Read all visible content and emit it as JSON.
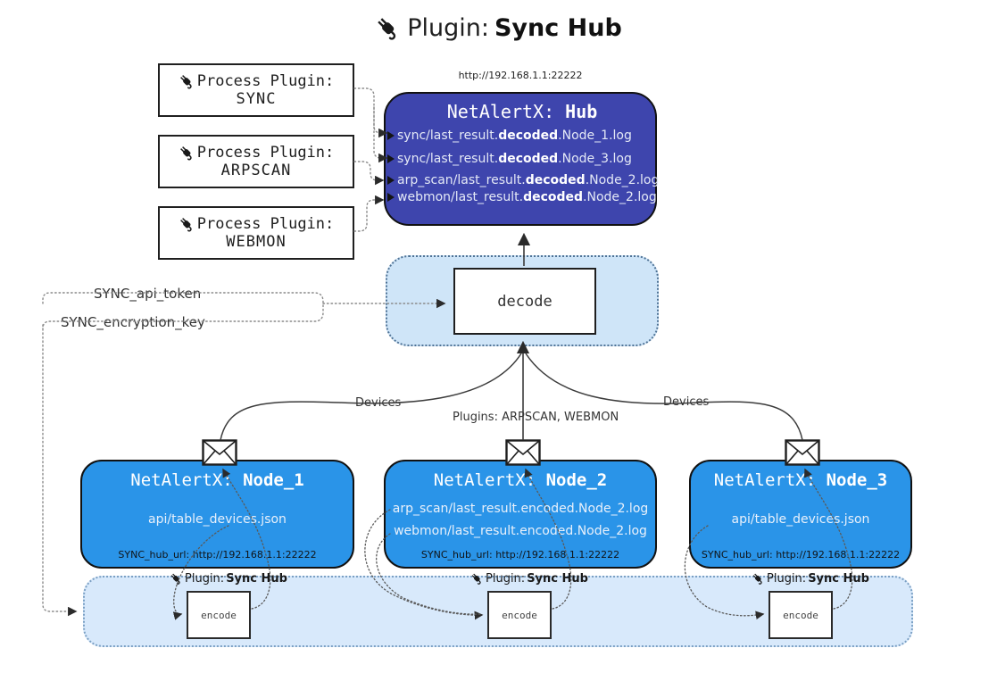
{
  "title": {
    "prefix": "Plugin:",
    "name": "Sync Hub"
  },
  "hub": {
    "url": "http://192.168.1.1:22222",
    "prefix": "NetAlertX:",
    "name": "Hub",
    "logs": [
      {
        "pre": "sync/last_result.",
        "bold": "decoded",
        "post": ".Node_1.log"
      },
      {
        "pre": "sync/last_result.",
        "bold": "decoded",
        "post": ".Node_3.log"
      },
      {
        "pre": "arp_scan/last_result.",
        "bold": "decoded",
        "post": ".Node_2.log"
      },
      {
        "pre": "webmon/last_result.",
        "bold": "decoded",
        "post": ".Node_2.log"
      }
    ]
  },
  "process_plugins": [
    {
      "label": "Process Plugin:",
      "name": "SYNC"
    },
    {
      "label": "Process Plugin:",
      "name": "ARPSCAN"
    },
    {
      "label": "Process Plugin:",
      "name": "WEBMON"
    }
  ],
  "decode": {
    "label": "decode"
  },
  "tokens": {
    "api_token": "SYNC_api_token",
    "encryption_key": "SYNC_encryption_key"
  },
  "edge_labels": {
    "devices_left": "Devices",
    "devices_right": "Devices",
    "plugins": "Plugins: ARPSCAN, WEBMON"
  },
  "nodes": [
    {
      "prefix": "NetAlertX:",
      "name": "Node_1",
      "files": [
        "api/table_devices.json"
      ],
      "hub_url": "SYNC_hub_url: http://192.168.1.1:22222"
    },
    {
      "prefix": "NetAlertX:",
      "name": "Node_2",
      "files": [
        "arp_scan/last_result.encoded.Node_2.log",
        "webmon/last_result.encoded.Node_2.log"
      ],
      "hub_url": "SYNC_hub_url: http://192.168.1.1:22222"
    },
    {
      "prefix": "NetAlertX:",
      "name": "Node_3",
      "files": [
        "api/table_devices.json"
      ],
      "hub_url": "SYNC_hub_url: http://192.168.1.1:22222"
    }
  ],
  "encoders": [
    {
      "badge_prefix": "Plugin:",
      "badge_name": "Sync Hub",
      "label": "encode"
    },
    {
      "badge_prefix": "Plugin:",
      "badge_name": "Sync Hub",
      "label": "encode"
    },
    {
      "badge_prefix": "Plugin:",
      "badge_name": "Sync Hub",
      "label": "encode"
    }
  ],
  "colors": {
    "hub_fill": "#3E45AD",
    "node_fill": "#2A94E8",
    "band_fill": "#D8E9FB",
    "decode_panel_fill": "#CFE5F8",
    "line": "#3c3c3c"
  }
}
